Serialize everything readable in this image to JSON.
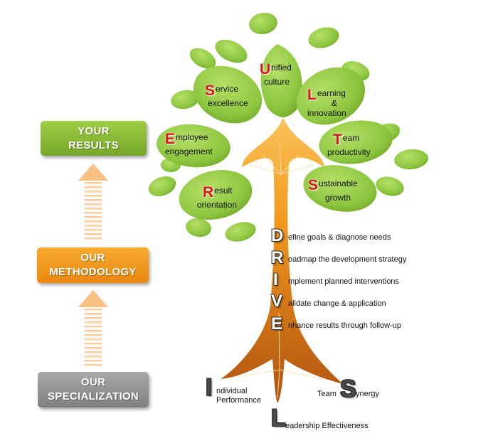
{
  "boxes": {
    "results": [
      "YOUR",
      "RESULTS"
    ],
    "methodology": [
      "OUR",
      "METHODOLOGY"
    ],
    "specialization": [
      "OUR",
      "SPECIALIZATION"
    ]
  },
  "results_leaves": [
    {
      "letter": "U",
      "rest": "nified",
      "line2": "culture"
    },
    {
      "letter": "L",
      "rest": "earning",
      "line2": "&",
      "line3": "innovation"
    },
    {
      "letter": "T",
      "rest": "eam",
      "line2": "productivity"
    },
    {
      "letter": "S",
      "rest": "ustainable",
      "line2": "growth"
    },
    {
      "letter": "S",
      "rest": "ervice",
      "line2": "excellence"
    },
    {
      "letter": "E",
      "rest": "mployee",
      "line2": "engagement"
    },
    {
      "letter": "R",
      "rest": "esult",
      "line2": "orientation"
    }
  ],
  "drive_steps": [
    {
      "letter": "D",
      "text": "efine goals & diagnose needs"
    },
    {
      "letter": "R",
      "text": "oadmap the development strategy"
    },
    {
      "letter": "I",
      "text": "mplement planned interventions"
    },
    {
      "letter": "V",
      "text": "alidate change & application"
    },
    {
      "letter": "E",
      "text": "nhance results through follow-up"
    }
  ],
  "roots": [
    {
      "letter": "I",
      "line1": "ndividual",
      "line2": "Performance"
    },
    {
      "letter": "L",
      "text": "eadership Effectiveness"
    },
    {
      "prefix": "Team ",
      "letter": "S",
      "text": "ynergy"
    }
  ],
  "colors": {
    "results": "#8cc63f",
    "methodology": "#f39a1e",
    "specialization": "#959595",
    "leaf": "#8dc63f",
    "trunk_top": "#f5a21a",
    "trunk_bottom": "#b55a12",
    "accent_letter": "#d91515"
  }
}
